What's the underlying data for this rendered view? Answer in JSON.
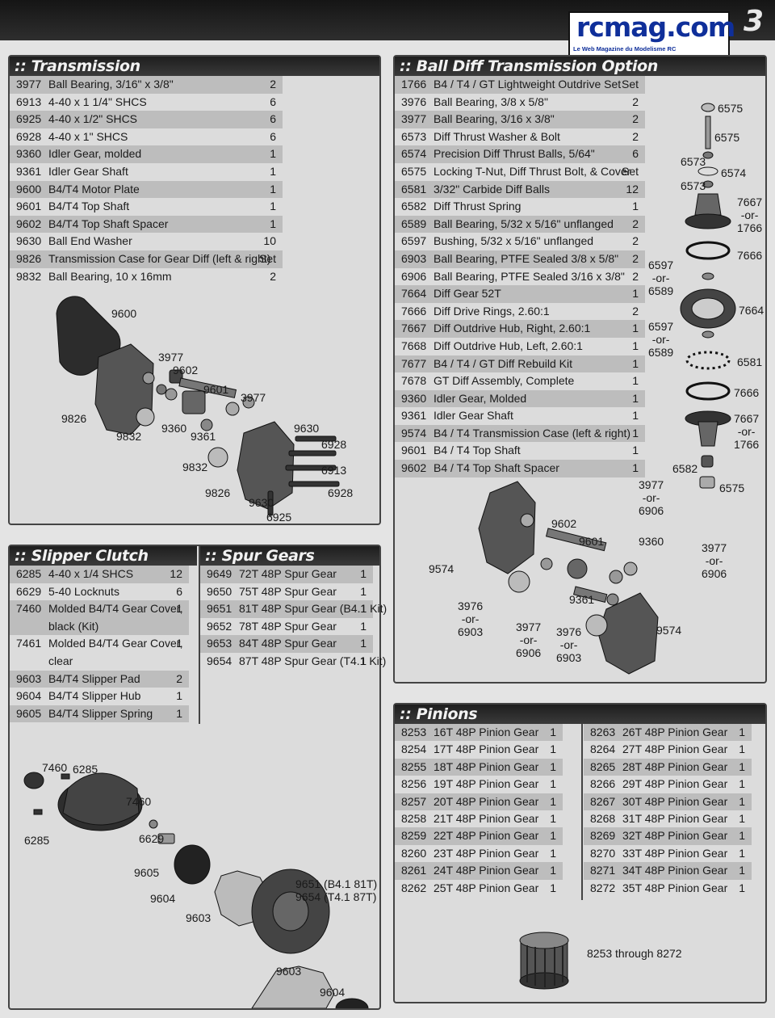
{
  "page_number": "3",
  "logo": {
    "text": "rcmag.com",
    "tagline": "Le Web Magazine du Modelisme RC"
  },
  "transmission": {
    "title": ":: Transmission",
    "rows": [
      {
        "part": "3977",
        "desc": "Ball Bearing, 3/16\" x 3/8\"",
        "qty": "2"
      },
      {
        "part": "6913",
        "desc": "4-40 x 1 1/4\" SHCS",
        "qty": "6"
      },
      {
        "part": "6925",
        "desc": "4-40 x 1/2\" SHCS",
        "qty": "6"
      },
      {
        "part": "6928",
        "desc": "4-40 x 1\" SHCS",
        "qty": "6"
      },
      {
        "part": "9360",
        "desc": "Idler Gear, molded",
        "qty": "1"
      },
      {
        "part": "9361",
        "desc": "Idler Gear Shaft",
        "qty": "1"
      },
      {
        "part": "9600",
        "desc": "B4/T4 Motor Plate",
        "qty": "1"
      },
      {
        "part": "9601",
        "desc": "B4/T4 Top Shaft",
        "qty": "1"
      },
      {
        "part": "9602",
        "desc": "B4/T4 Top Shaft Spacer",
        "qty": "1"
      },
      {
        "part": "9630",
        "desc": "Ball End Washer",
        "qty": "10"
      },
      {
        "part": "9826",
        "desc": "Transmission Case for Gear Diff (left & right)",
        "qty": "Set"
      },
      {
        "part": "9832",
        "desc": "Ball Bearing, 10 x 16mm",
        "qty": "2"
      }
    ],
    "callouts": [
      "9600",
      "3977",
      "9602",
      "9601",
      "3977",
      "9826",
      "9832",
      "9360",
      "9361",
      "9630",
      "6928",
      "6913",
      "9832",
      "6928",
      "9826",
      "9630",
      "6925"
    ]
  },
  "ball_diff": {
    "title": ":: Ball Diff Transmission Option",
    "rows": [
      {
        "part": "1766",
        "desc": "B4 / T4 / GT Lightweight Outdrive Set",
        "qty": "Set"
      },
      {
        "part": "3976",
        "desc": "Ball Bearing, 3/8 x 5/8\"",
        "qty": "2"
      },
      {
        "part": "3977",
        "desc": "Ball Bearing, 3/16 x 3/8\"",
        "qty": "2"
      },
      {
        "part": "6573",
        "desc": "Diff Thrust Washer & Bolt",
        "qty": "2"
      },
      {
        "part": "6574",
        "desc": "Precision Diff Thrust Balls, 5/64\"",
        "qty": "6"
      },
      {
        "part": "6575",
        "desc": "Locking T-Nut, Diff Thrust Bolt, & Cover",
        "qty": "Set"
      },
      {
        "part": "6581",
        "desc": "3/32\" Carbide Diff Balls",
        "qty": "12"
      },
      {
        "part": "6582",
        "desc": "Diff Thrust Spring",
        "qty": "1"
      },
      {
        "part": "6589",
        "desc": "Ball Bearing, 5/32 x 5/16\" unflanged",
        "qty": "2"
      },
      {
        "part": "6597",
        "desc": "Bushing, 5/32 x 5/16\" unflanged",
        "qty": "2"
      },
      {
        "part": "6903",
        "desc": "Ball Bearing, PTFE Sealed 3/8 x 5/8\"",
        "qty": "2"
      },
      {
        "part": "6906",
        "desc": "Ball Bearing, PTFE Sealed 3/16 x 3/8\"",
        "qty": "2"
      },
      {
        "part": "7664",
        "desc": "Diff Gear 52T",
        "qty": "1"
      },
      {
        "part": "7666",
        "desc": "Diff Drive Rings, 2.60:1",
        "qty": "2"
      },
      {
        "part": "7667",
        "desc": "Diff Outdrive Hub, Right, 2.60:1",
        "qty": "1"
      },
      {
        "part": "7668",
        "desc": "Diff Outdrive Hub, Left, 2.60:1",
        "qty": "1"
      },
      {
        "part": "7677",
        "desc": "B4 / T4 / GT Diff Rebuild Kit",
        "qty": "1"
      },
      {
        "part": "7678",
        "desc": "GT Diff Assembly, Complete",
        "qty": "1"
      },
      {
        "part": "9360",
        "desc": "Idler Gear, Molded",
        "qty": "1"
      },
      {
        "part": "9361",
        "desc": "Idler Gear Shaft",
        "qty": "1"
      },
      {
        "part": "9574",
        "desc": "B4 / T4 Transmission Case (left & right)",
        "qty": "1"
      },
      {
        "part": "9601",
        "desc": "B4 / T4 Top Shaft",
        "qty": "1"
      },
      {
        "part": "9602",
        "desc": "B4 / T4 Top Shaft Spacer",
        "qty": "1"
      }
    ],
    "callouts": {
      "c6575a": "6575",
      "c6575b": "6575",
      "c6573a": "6573",
      "c6574": "6574",
      "c6573b": "6573",
      "c7667a": "7667\n-or-\n1766",
      "c7666a": "7666",
      "c6597a": "6597\n-or-\n6589",
      "c7664": "7664",
      "c6597b": "6597\n-or-\n6589",
      "c6581": "6581",
      "c7666b": "7666",
      "c7667b": "7667\n-or-\n1766",
      "c6582": "6582",
      "c6575c": "6575",
      "c3977a": "3977\n-or-\n6906",
      "c9602": "9602",
      "c9601": "9601",
      "c9360": "9360",
      "c3977b": "3977\n-or-\n6906",
      "c9574a": "9574",
      "c9361": "9361",
      "c3976a": "3976\n-or-\n6903",
      "c3977c": "3977\n-or-\n6906",
      "c3976b": "3976\n-or-\n6903",
      "c9574b": "9574"
    }
  },
  "slipper": {
    "title": ":: Slipper Clutch",
    "rows": [
      {
        "part": "6285",
        "desc": "4-40 x 1/4 SHCS",
        "qty": "12"
      },
      {
        "part": "6629",
        "desc": "5-40 Locknuts",
        "qty": "6"
      },
      {
        "part": "7460",
        "desc": "Molded B4/T4 Gear Cover,",
        "desc2": "black (Kit)",
        "qty": "1"
      },
      {
        "part": "7461",
        "desc": "Molded B4/T4 Gear Cover,",
        "desc2": "clear",
        "qty": "1"
      },
      {
        "part": "9603",
        "desc": "B4/T4 Slipper Pad",
        "qty": "2"
      },
      {
        "part": "9604",
        "desc": "B4/T4 Slipper Hub",
        "qty": "1"
      },
      {
        "part": "9605",
        "desc": "B4/T4 Slipper Spring",
        "qty": "1"
      }
    ],
    "callouts": {
      "c7460a": "7460",
      "c6285a": "6285",
      "c7460b": "7460",
      "c6285b": "6285",
      "c6629": "6629",
      "c9605": "9605",
      "c9604a": "9604",
      "c9603a": "9603",
      "c9651": "9651 (B4.1 81T)\n9654 (T4.1 87T)",
      "c9603b": "9603",
      "c9604b": "9604"
    }
  },
  "spur": {
    "title": ":: Spur Gears",
    "rows": [
      {
        "part": "9649",
        "desc": "72T 48P Spur Gear",
        "qty": "1"
      },
      {
        "part": "9650",
        "desc": "75T 48P Spur Gear",
        "qty": "1"
      },
      {
        "part": "9651",
        "desc": "81T 48P Spur Gear (B4.1 Kit)",
        "qty": "1"
      },
      {
        "part": "9652",
        "desc": "78T 48P Spur Gear",
        "qty": "1"
      },
      {
        "part": "9653",
        "desc": "84T 48P Spur Gear",
        "qty": "1"
      },
      {
        "part": "9654",
        "desc": "87T 48P Spur Gear (T4.1 Kit)",
        "qty": "1"
      }
    ]
  },
  "pinions": {
    "title": ":: Pinions",
    "left": [
      {
        "part": "8253",
        "desc": "16T 48P Pinion Gear",
        "qty": "1"
      },
      {
        "part": "8254",
        "desc": "17T 48P Pinion Gear",
        "qty": "1"
      },
      {
        "part": "8255",
        "desc": "18T 48P Pinion Gear",
        "qty": "1"
      },
      {
        "part": "8256",
        "desc": "19T 48P Pinion Gear",
        "qty": "1"
      },
      {
        "part": "8257",
        "desc": "20T 48P Pinion Gear",
        "qty": "1"
      },
      {
        "part": "8258",
        "desc": "21T 48P Pinion Gear",
        "qty": "1"
      },
      {
        "part": "8259",
        "desc": "22T 48P Pinion Gear",
        "qty": "1"
      },
      {
        "part": "8260",
        "desc": "23T 48P Pinion Gear",
        "qty": "1"
      },
      {
        "part": "8261",
        "desc": "24T 48P Pinion Gear",
        "qty": "1"
      },
      {
        "part": "8262",
        "desc": "25T 48P Pinion Gear",
        "qty": "1"
      }
    ],
    "right": [
      {
        "part": "8263",
        "desc": "26T 48P Pinion Gear",
        "qty": "1"
      },
      {
        "part": "8264",
        "desc": "27T 48P Pinion Gear",
        "qty": "1"
      },
      {
        "part": "8265",
        "desc": "28T 48P Pinion Gear",
        "qty": "1"
      },
      {
        "part": "8266",
        "desc": "29T 48P Pinion Gear",
        "qty": "1"
      },
      {
        "part": "8267",
        "desc": "30T 48P Pinion Gear",
        "qty": "1"
      },
      {
        "part": "8268",
        "desc": "31T 48P Pinion Gear",
        "qty": "1"
      },
      {
        "part": "8269",
        "desc": "32T 48P Pinion Gear",
        "qty": "1"
      },
      {
        "part": "8270",
        "desc": "33T 48P Pinion Gear",
        "qty": "1"
      },
      {
        "part": "8271",
        "desc": "34T 48P Pinion Gear",
        "qty": "1"
      },
      {
        "part": "8272",
        "desc": "35T 48P Pinion Gear",
        "qty": "1"
      }
    ],
    "callout": "8253 through 8272"
  }
}
